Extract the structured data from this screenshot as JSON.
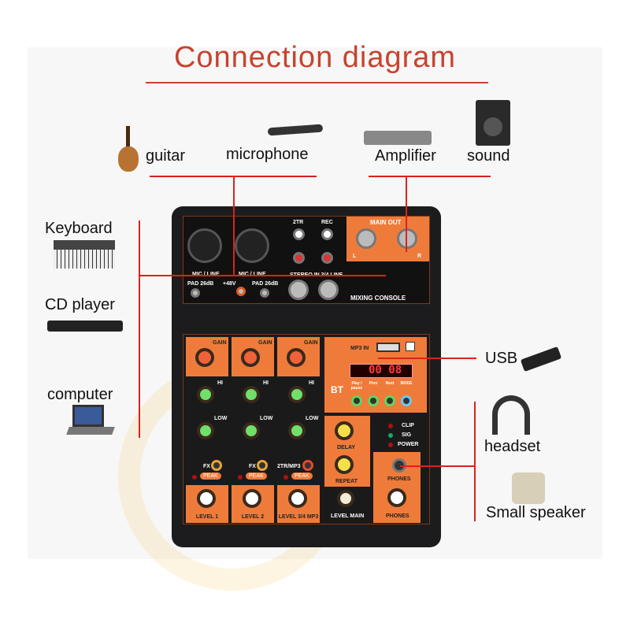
{
  "title": "Connection diagram",
  "inputs_top": {
    "guitar": "guitar",
    "microphone": "microphone"
  },
  "outputs_top": {
    "amplifier": "Amplifier",
    "sound": "sound"
  },
  "inputs_left": {
    "keyboard": "Keyboard",
    "cd_player": "CD player",
    "computer": "computer"
  },
  "outputs_right": {
    "usb": "USB",
    "headset": "headset",
    "small_speaker": "Small speaker"
  },
  "mixer": {
    "top": {
      "mic1": "MIC / LINE",
      "mic2": "MIC / LINE",
      "pad": "PAD 26dB",
      "phantom": "+48V",
      "tr": "2TR",
      "rec": "REC",
      "stereo_in": "STEREO IN 3/4 LINE",
      "main_out": "MAIN OUT",
      "left": "L",
      "right": "R",
      "console": "MIXING CONSOLE"
    },
    "channels": [
      {
        "gain": "GAIN",
        "hi": "HI",
        "low": "LOW",
        "send": "FX",
        "peak": "PEAK",
        "level": "LEVEL 1"
      },
      {
        "gain": "GAIN",
        "hi": "HI",
        "low": "LOW",
        "send": "FX",
        "peak": "PEAK",
        "level": "LEVEL 2"
      },
      {
        "gain": "GAIN",
        "hi": "HI",
        "low": "LOW",
        "send": "2TR/MP3",
        "peak": "PEAK",
        "level": "LEVEL 3/4 MP3"
      }
    ],
    "mp3": {
      "badge": "MP3 IN",
      "display": "00 08",
      "bt": "BT",
      "buttons": [
        "Play / pause",
        "Prev",
        "Next",
        "MODE"
      ]
    },
    "fx": {
      "delay": "DELAY",
      "repeat": "REPEAT",
      "level_main": "LEVEL MAIN"
    },
    "leds": {
      "clip": "CLIP",
      "sig": "SIG",
      "power": "POWER"
    },
    "phones": {
      "jack": "PHONES",
      "knob": "PHONES"
    }
  }
}
